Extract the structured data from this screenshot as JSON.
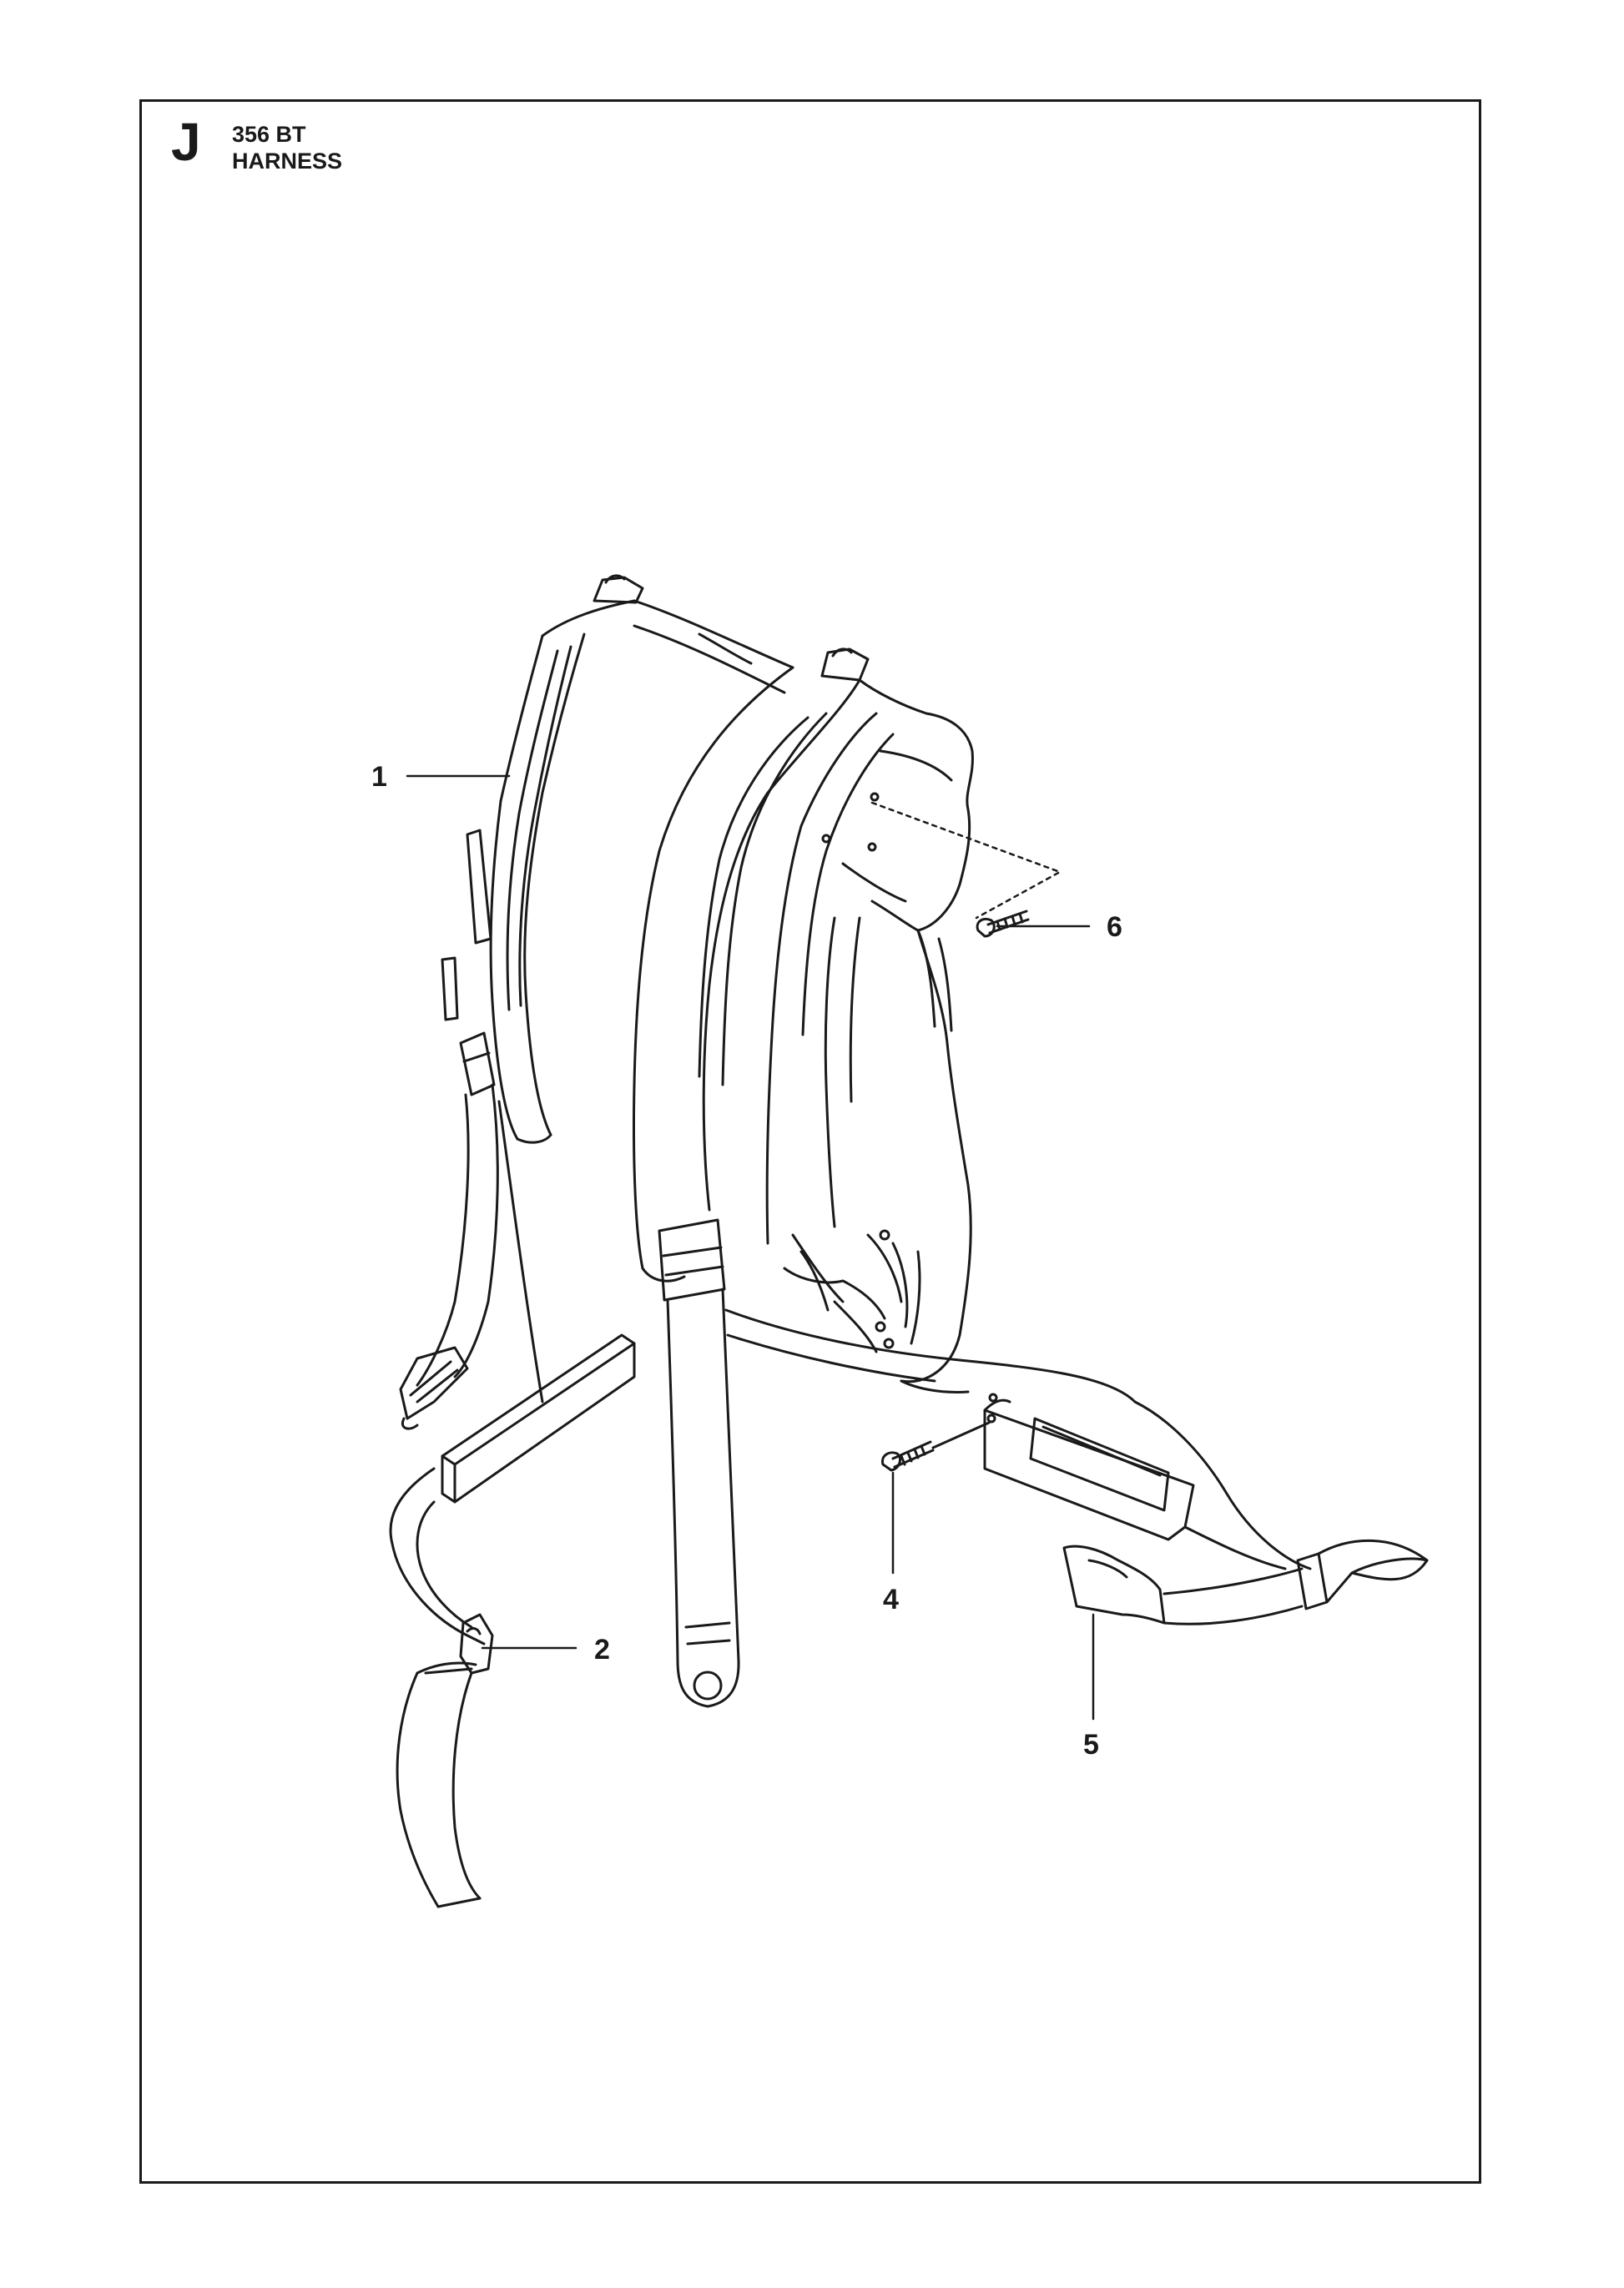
{
  "header": {
    "section_letter": "J",
    "model": "356 BT",
    "assembly": "HARNESS"
  },
  "callouts": [
    {
      "id": "1",
      "label": "1"
    },
    {
      "id": "2",
      "label": "2"
    },
    {
      "id": "4",
      "label": "4"
    },
    {
      "id": "5",
      "label": "5"
    },
    {
      "id": "6",
      "label": "6"
    }
  ],
  "colors": {
    "line": "#1a1a1a",
    "paper": "#ffffff"
  }
}
